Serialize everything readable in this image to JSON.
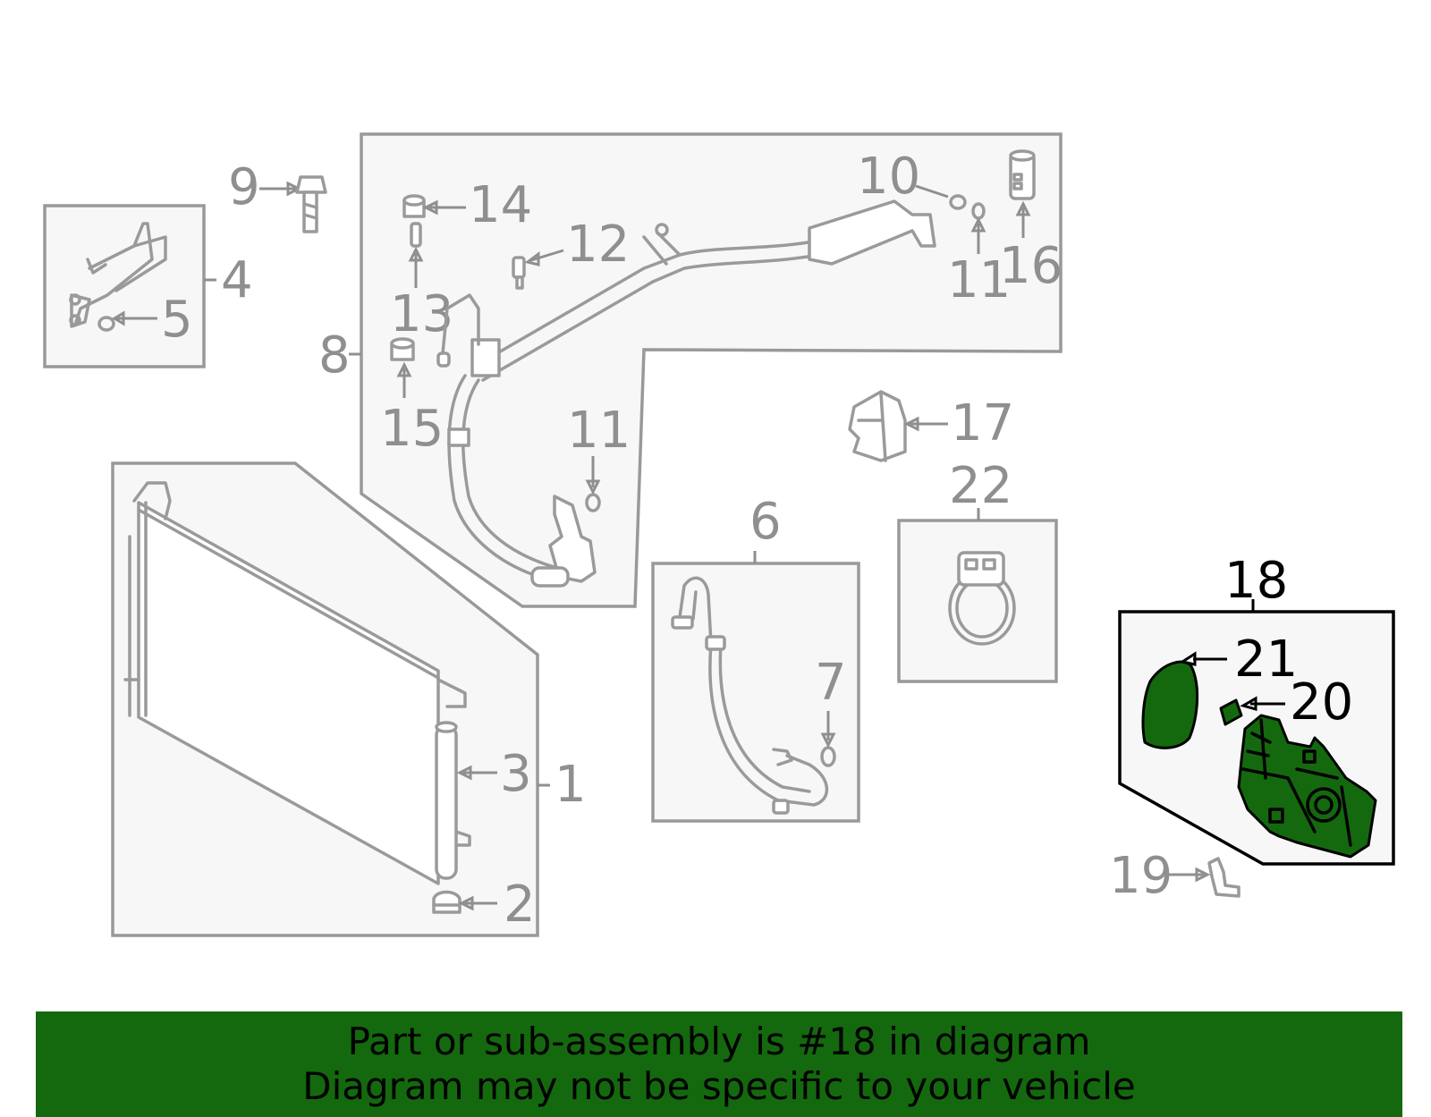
{
  "colors": {
    "banner_bg": "#14690e",
    "part_gray": "#9a9a9a",
    "highlight": "#000000",
    "highlight_fill": "#14690e"
  },
  "callouts": {
    "c1": "1",
    "c2": "2",
    "c3": "3",
    "c4": "4",
    "c5": "5",
    "c6": "6",
    "c7": "7",
    "c8": "8",
    "c9": "9",
    "c10": "10",
    "c11a": "11",
    "c11b": "11",
    "c12": "12",
    "c13": "13",
    "c14": "14",
    "c15": "15",
    "c16": "16",
    "c17": "17",
    "c18": "18",
    "c19": "19",
    "c20": "20",
    "c21": "21",
    "c22": "22"
  },
  "highlighted_part": "18",
  "banner": {
    "line1": "Part or sub-assembly is #18 in diagram",
    "line2": "Diagram may not be specific to your vehicle"
  }
}
